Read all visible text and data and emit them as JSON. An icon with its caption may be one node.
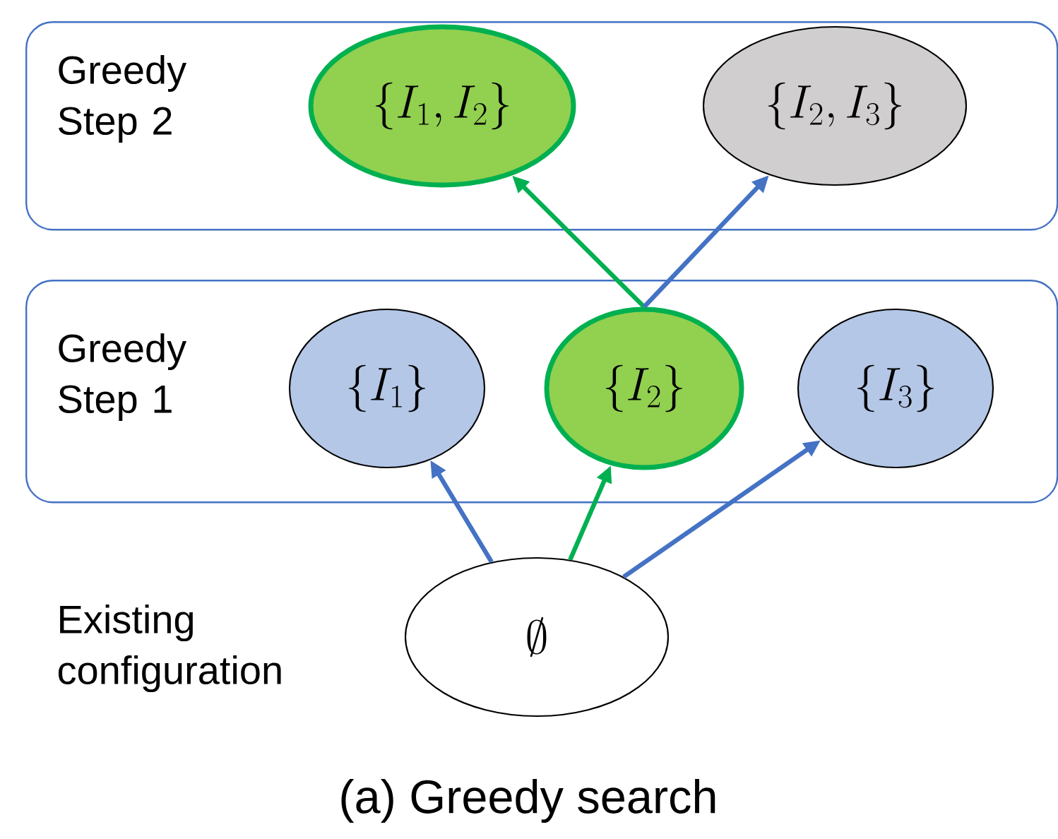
{
  "diagram": {
    "caption": "(a) Greedy search",
    "nodes": [
      {
        "text": [
          "Greedy Step 2"
        ]
      },
      {
        "text": [
          "\\{I_1, I_2\\}"
        ],
        "in": 0
      },
      {
        "text": [
          "\\{I_2, I_3\\}"
        ],
        "in": 0
      },
      {
        "text": [
          "Greedy Step 1"
        ]
      },
      {
        "text": [
          "\\{I_1\\}"
        ],
        "in": 3
      },
      {
        "text": [
          "\\{I_2\\}"
        ],
        "in": 3
      },
      {
        "text": [
          "\\{I_3\\}"
        ],
        "in": 3
      },
      {
        "text": [
          "\\emptyset"
        ],
        "beside": [
          "Existing configuration"
        ]
      }
    ],
    "edges": [
      {
        "from": 5,
        "to": 1,
        "arrow": "to",
        "color": "#00b050"
      },
      {
        "from": 5,
        "to": 2,
        "arrow": "to"
      },
      {
        "from": 7,
        "to": 4,
        "arrow": "to"
      },
      {
        "from": 7,
        "to": 5,
        "arrow": "to",
        "color": "#00b050"
      },
      {
        "from": 7,
        "to": 6,
        "arrow": "to"
      }
    ]
  }
}
